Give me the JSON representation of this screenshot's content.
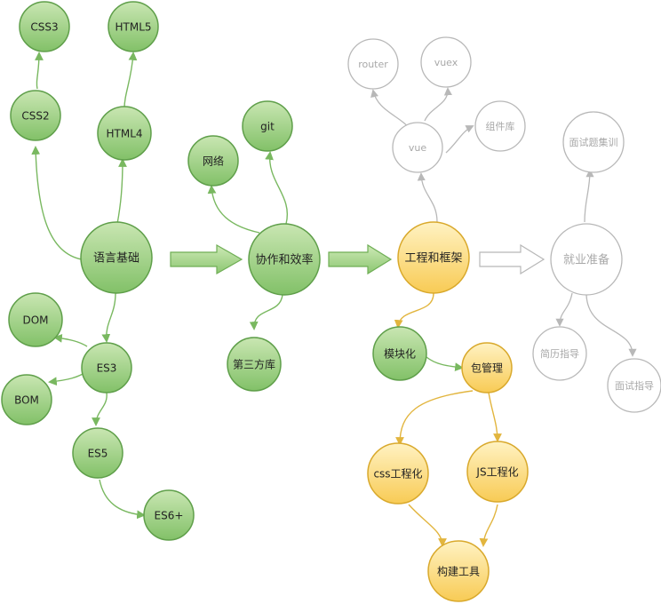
{
  "colors": {
    "green_fill_top": "#c9e6b2",
    "green_fill_bottom": "#82c168",
    "green_stroke": "#5f9f4a",
    "green_edge": "#79b860",
    "yellow_fill_top": "#fff2c2",
    "yellow_fill_bottom": "#f8cb55",
    "yellow_stroke": "#d9a92c",
    "yellow_edge": "#e2b53e",
    "gray_stroke": "#b8b8b8",
    "gray_text": "#a8a8a8",
    "dark_text": "#222222"
  },
  "nodes": {
    "css3": "CSS3",
    "html5": "HTML5",
    "css2": "CSS2",
    "html4": "HTML4",
    "lang_basics": "语言基础",
    "dom": "DOM",
    "es3": "ES3",
    "bom": "BOM",
    "es5": "ES5",
    "es6plus": "ES6+",
    "network": "网络",
    "git": "git",
    "collab": "协作和效率",
    "third_party": "第三方库",
    "router": "router",
    "vuex": "vuex",
    "vue": "vue",
    "components": "组件库",
    "engineering": "工程和框架",
    "module": "模块化",
    "package_mgmt": "包管理",
    "css_eng": "css工程化",
    "js_eng": "JS工程化",
    "build_tools": "构建工具",
    "interview_train": "面试题集训",
    "job_prep": "就业准备",
    "resume": "简历指导",
    "interview_guide": "面试指导"
  }
}
